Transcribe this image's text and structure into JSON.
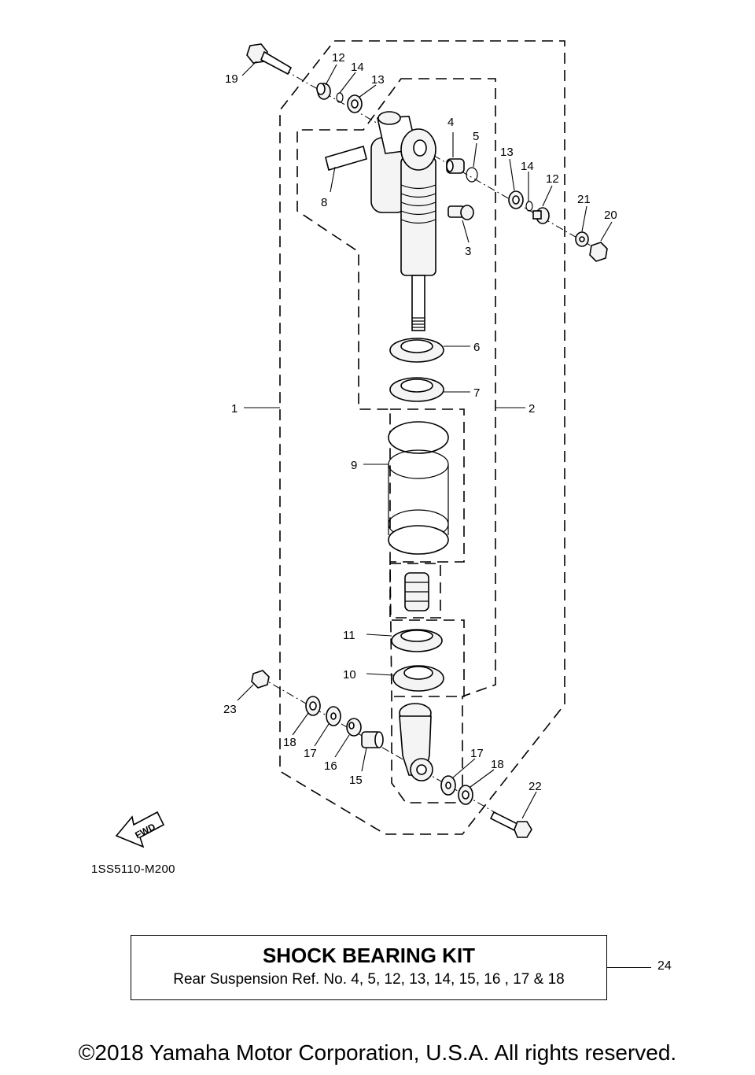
{
  "diagram": {
    "code": "1SS5110-M200",
    "fwd_label": "FWD",
    "callouts": {
      "c1": "1",
      "c2": "2",
      "c3": "3",
      "c4": "4",
      "c5": "5",
      "c6": "6",
      "c7": "7",
      "c8": "8",
      "c9": "9",
      "c10": "10",
      "c11": "11",
      "c12a": "12",
      "c12b": "12",
      "c13a": "13",
      "c13b": "13",
      "c14a": "14",
      "c14b": "14",
      "c15": "15",
      "c16": "16",
      "c17a": "17",
      "c17b": "17",
      "c18a": "18",
      "c18b": "18",
      "c19": "19",
      "c20": "20",
      "c21": "21",
      "c22": "22",
      "c23": "23"
    }
  },
  "kit": {
    "title": "SHOCK BEARING KIT",
    "description": "Rear Suspension Ref. No. 4, 5, 12, 13, 14, 15, 16 , 17 & 18",
    "ref": "24"
  },
  "footer": {
    "copyright": "©2018 Yamaha Motor Corporation, U.S.A. All rights reserved."
  }
}
